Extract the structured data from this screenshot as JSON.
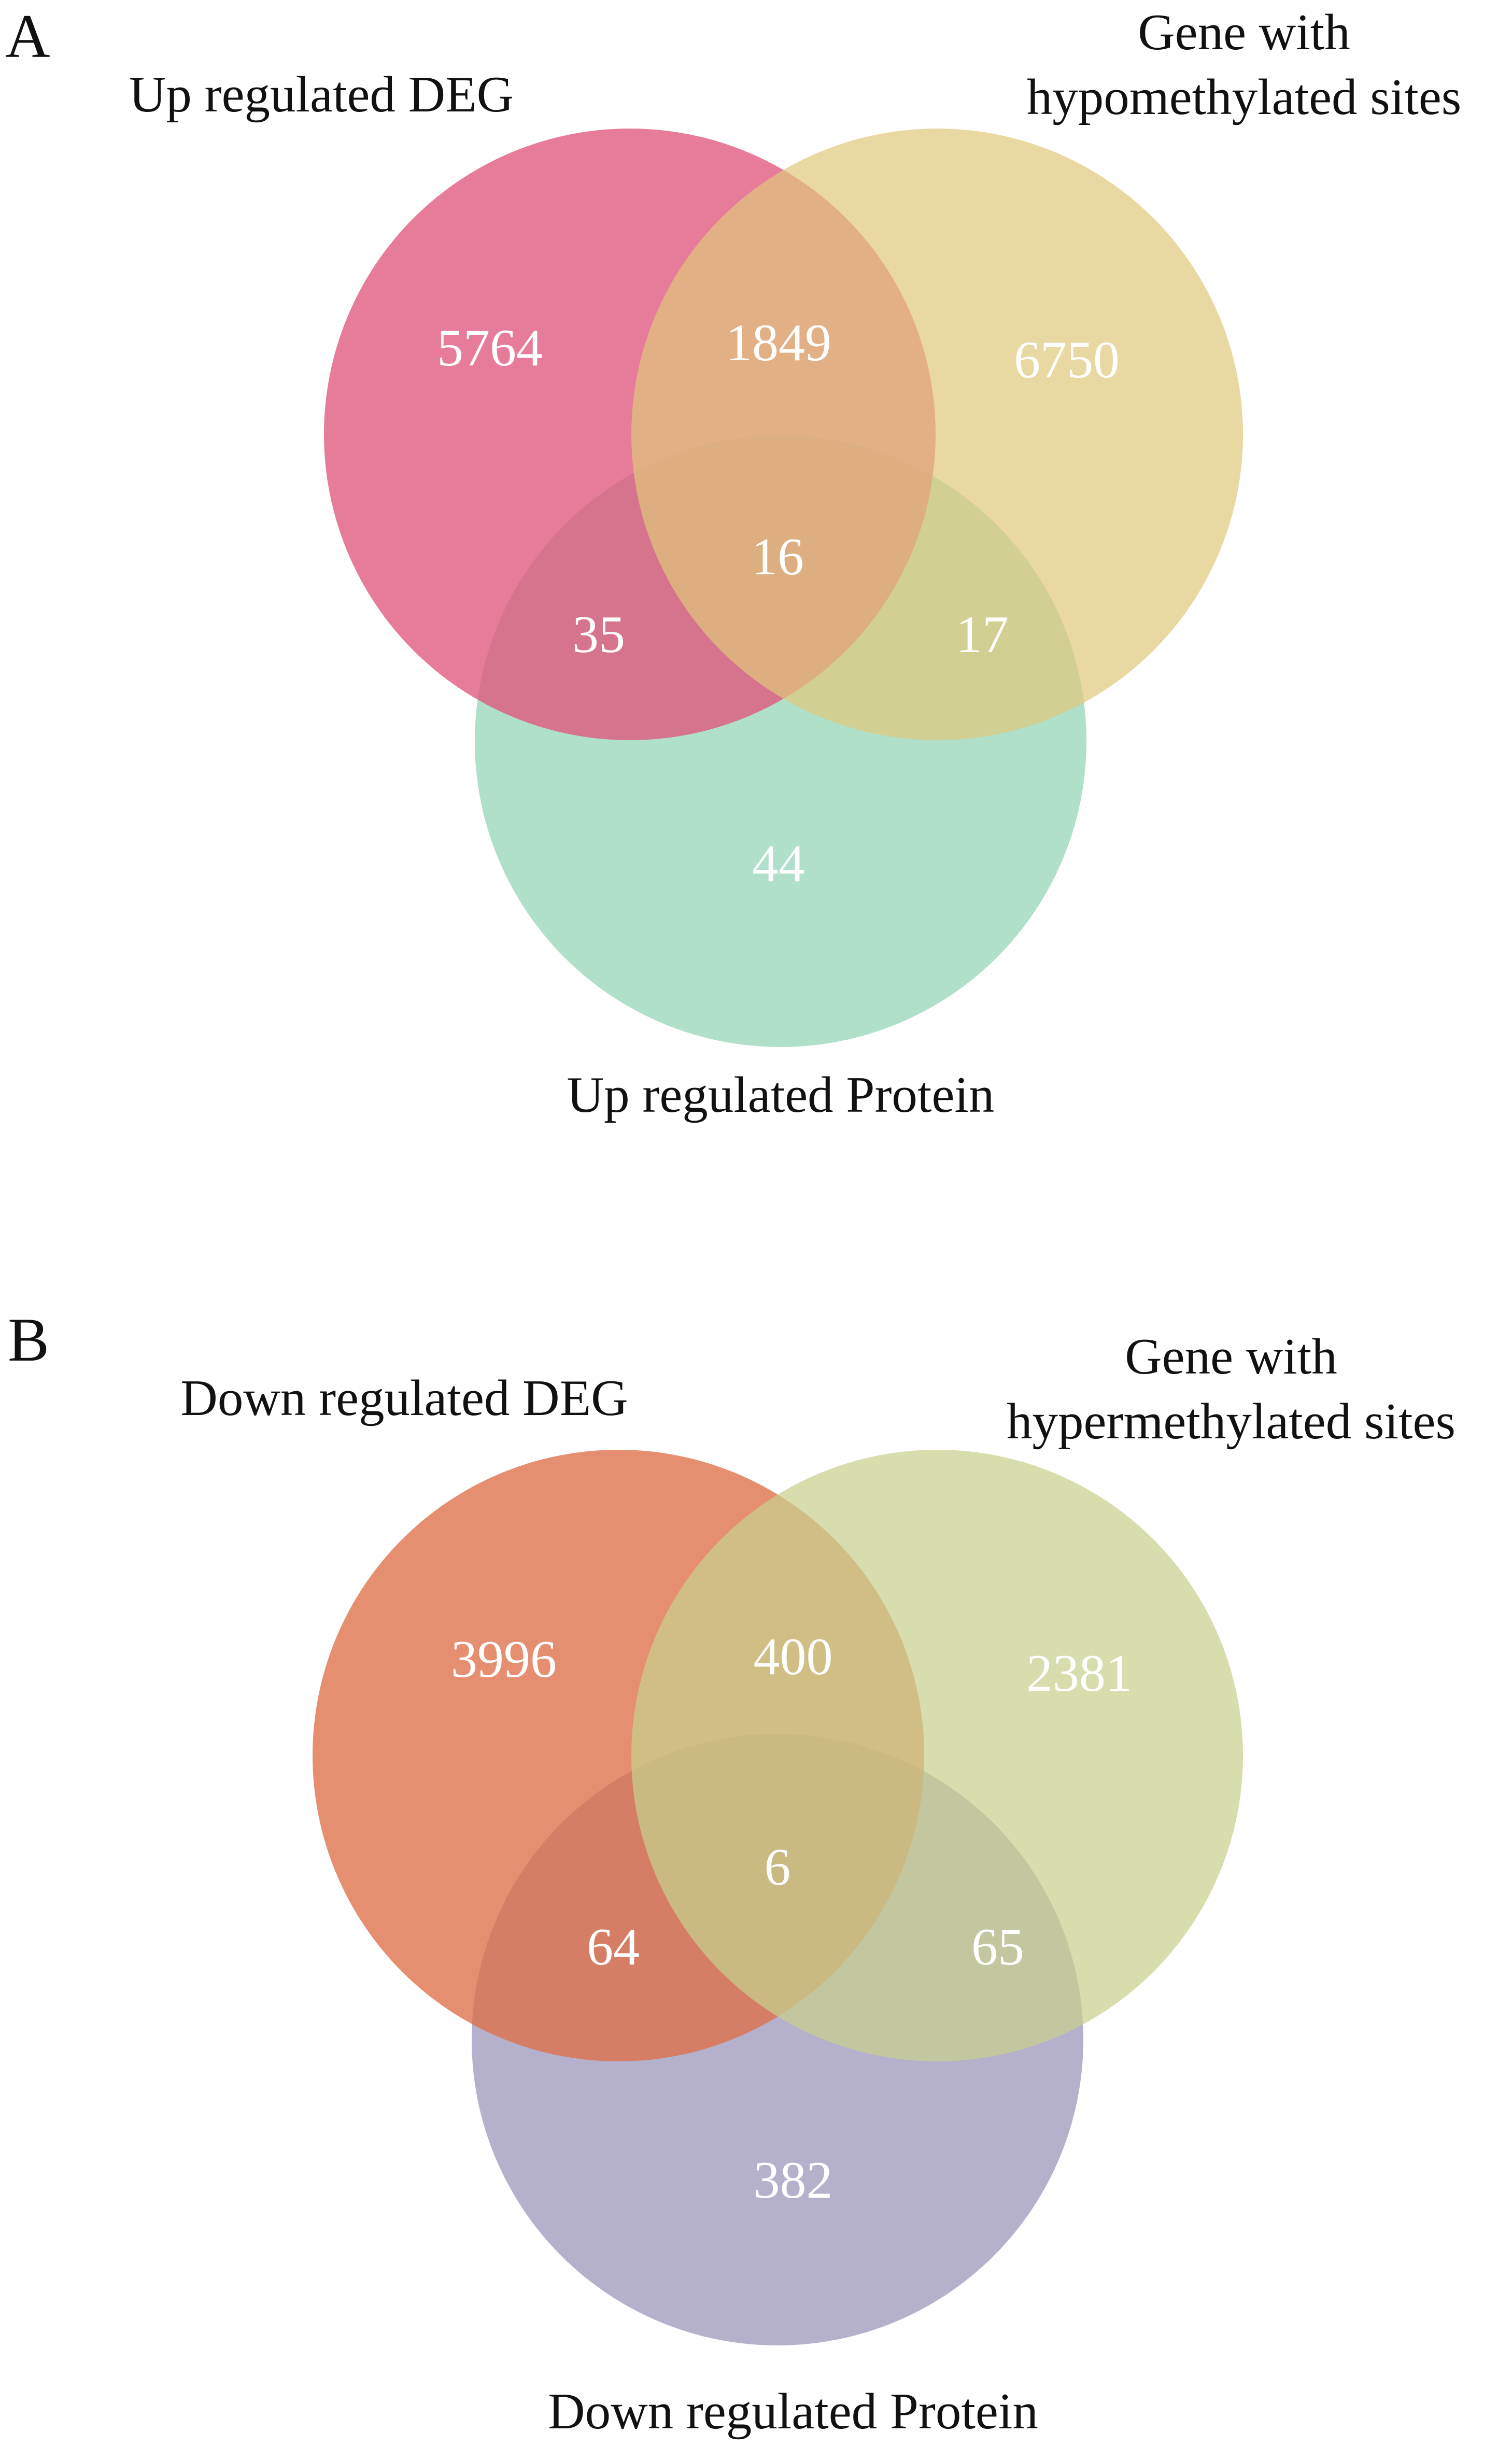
{
  "panels": [
    {
      "letter": "A",
      "sets": {
        "left": {
          "label_lines": [
            "Up regulated DEG"
          ],
          "color": "#e0567e"
        },
        "right": {
          "label_lines": [
            "Gene with",
            "hypomethylated sites"
          ],
          "color": "#e0c77b"
        },
        "bottom": {
          "label_lines": [
            "Up regulated Protein"
          ],
          "color": "#8fd2b3"
        }
      },
      "regions": {
        "left_only": "5764",
        "left_right": "1849",
        "right_only": "6750",
        "all_three": "16",
        "left_bottom": "35",
        "right_bottom": "17",
        "bottom_only": "44"
      }
    },
    {
      "letter": "B",
      "sets": {
        "left": {
          "label_lines": [
            "Down regulated DEG"
          ],
          "color": "#de7048"
        },
        "right": {
          "label_lines": [
            "Gene with",
            "hypermethylated sites"
          ],
          "color": "#c7d08e"
        },
        "bottom": {
          "label_lines": [
            "Down regulated Protein"
          ],
          "color": "#9c96bb"
        }
      },
      "regions": {
        "left_only": "3996",
        "left_right": "400",
        "right_only": "2381",
        "all_three": "6",
        "left_bottom": "64",
        "right_bottom": "65",
        "bottom_only": "382"
      }
    }
  ]
}
